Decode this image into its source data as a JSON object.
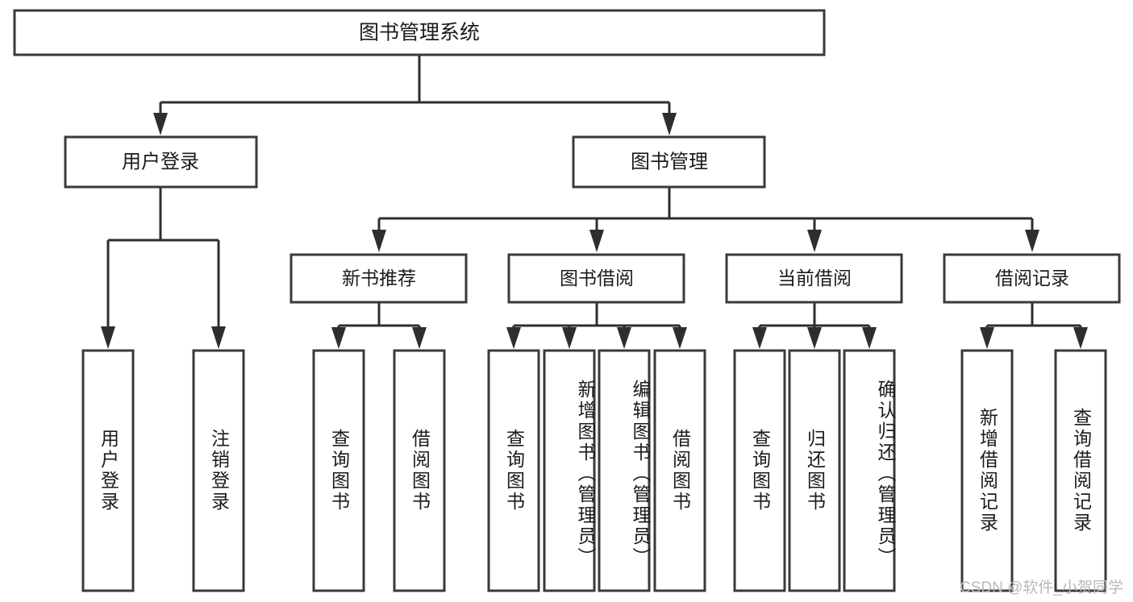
{
  "diagram": {
    "type": "tree",
    "title_node": {
      "label": "图书管理系统"
    },
    "level2": [
      {
        "label": "用户登录"
      },
      {
        "label": "图书管理"
      }
    ],
    "level3": [
      {
        "label": "新书推荐"
      },
      {
        "label": "图书借阅"
      },
      {
        "label": "当前借阅"
      },
      {
        "label": "借阅记录"
      }
    ],
    "leaves": {
      "user_login": [
        {
          "label": "用户登录"
        },
        {
          "label": "注销登录"
        }
      ],
      "new_book_recommend": [
        {
          "label": "查询图书"
        },
        {
          "label": "借阅图书"
        }
      ],
      "book_borrow": [
        {
          "label": "查询图书"
        },
        {
          "label": "新增图书（管理员）"
        },
        {
          "label": "编辑图书（管理员）"
        },
        {
          "label": "借阅图书"
        }
      ],
      "current_borrow": [
        {
          "label": "查询图书"
        },
        {
          "label": "归还图书"
        },
        {
          "label": "确认归还（管理员）"
        }
      ],
      "borrow_record": [
        {
          "label": "新增借阅记录"
        },
        {
          "label": "查询借阅记录"
        }
      ]
    }
  },
  "watermark": {
    "text": "CSDN @软件_小贺同学"
  },
  "colors": {
    "box_stroke": "#3a3a3a",
    "connector": "#2e2e2e",
    "text": "#1b1b1b",
    "background": "#ffffff",
    "watermark": "#b9b9b9"
  }
}
